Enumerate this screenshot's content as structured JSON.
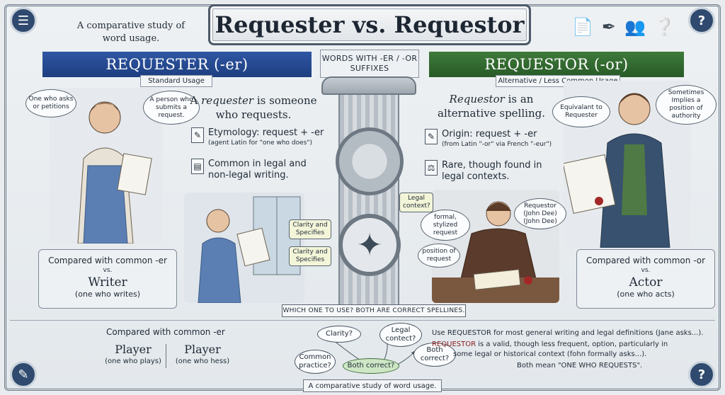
{
  "title": "Requester vs. Requestor",
  "tagline": "A comparative study of word usage.",
  "pillar_label": "WORDS WITH -ER / -OR SUFFIXES",
  "left": {
    "banner": "REQUESTER (-er)",
    "sub": "Standard Usage",
    "headline_pre": "A ",
    "headline_term": "requester",
    "headline_post": " is someone who requests.",
    "bullet1_main": "Etymology: request + -er",
    "bullet1_note": "(agent Latin for \"one who does\")",
    "bullet2_main": "Common in legal and non-legal writing.",
    "bubble1": "One who asks or petitions",
    "bubble2": "A person who submits a request.",
    "tag1": "Clarity and Specifies",
    "tag2": "Clarity and Specifies",
    "compare": {
      "line1": "Compared with common -er",
      "vs": "vs.",
      "word": "Writer",
      "meaning": "(one who writes)"
    }
  },
  "right": {
    "banner": "REQUESTOR (-or)",
    "sub": "Alternative / Less Common Usage",
    "headline_term": "Requestor",
    "headline_post": " is an alternative spelling.",
    "bullet1_main": "Origin: request + -er",
    "bullet1_note": "(from Latin \"-or\" via French \"-eur\")",
    "bullet2_main": "Rare, though found in legal contexts.",
    "bubble1": "Equivalant to Requester",
    "bubble2": "Sometimes Implies a position of authority",
    "bubble3": "formal, stylized request",
    "bubble4": "Requestor (John Dee) (John Dee)",
    "bubble5": "position of request",
    "legal_tag": "Legal context?",
    "compare": {
      "line1": "Compared with common -or",
      "vs": "vs.",
      "word": "Actor",
      "meaning": "(one who acts)"
    }
  },
  "which_one": "WHICH ONE TO USE? BOTH ARE CORRECT SPELLINES.",
  "bottom_left": {
    "title": "Compared with common -er",
    "p1_word": "Player",
    "p1_meaning": "(one who plays)",
    "p2_word": "Player",
    "p2_meaning": "(one who hess)"
  },
  "diagram": {
    "clarity": "Clarity?",
    "legal": "Legal contect?",
    "common": "Common practice?",
    "both": "Both correct?",
    "both_center": "Both correct?"
  },
  "bottom_right": {
    "line1": "Use REQUESTOR for most general writing and legal definitions (Jane asks...).",
    "line2_term": "REQUESTOR",
    "line2_rest": " is a valid, though less frequent, option, particularly in",
    "line3": "some legal or historical context (fohn formally asks...).",
    "line4": "Both mean \"ONE WHO REQUESTS\"."
  },
  "footer": "A comparative study of word usage.",
  "colors": {
    "left_banner": "#2f56a3",
    "right_banner": "#3e7a3a",
    "accent_red": "#8a1c1c"
  }
}
